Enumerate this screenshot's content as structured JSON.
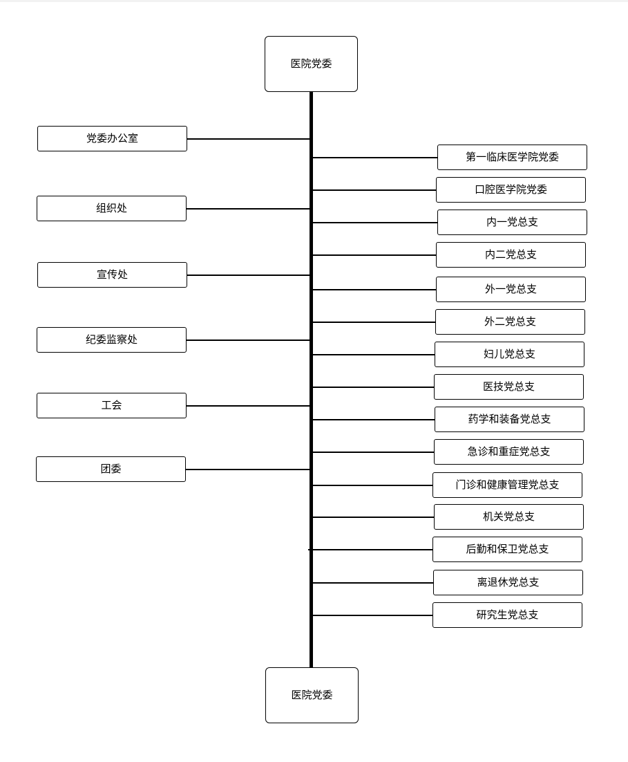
{
  "diagram": {
    "root_label": "医院党委",
    "bottom_label": "医院党委",
    "left_departments": [
      {
        "label": "党委办公室"
      },
      {
        "label": "组织处"
      },
      {
        "label": "宣传处"
      },
      {
        "label": "纪委监察处"
      },
      {
        "label": "工会"
      },
      {
        "label": "团委"
      }
    ],
    "right_branches": [
      {
        "label": "第一临床医学院党委"
      },
      {
        "label": "口腔医学院党委"
      },
      {
        "label": "内一党总支"
      },
      {
        "label": "内二党总支"
      },
      {
        "label": "外一党总支"
      },
      {
        "label": "外二党总支"
      },
      {
        "label": "妇儿党总支"
      },
      {
        "label": "医技党总支"
      },
      {
        "label": "药学和装备党总支"
      },
      {
        "label": "急诊和重症党总支"
      },
      {
        "label": "门诊和健康管理党总支"
      },
      {
        "label": "机关党总支"
      },
      {
        "label": "后勤和保卫党总支"
      },
      {
        "label": "离退休党总支"
      },
      {
        "label": "研究生党总支"
      }
    ]
  }
}
